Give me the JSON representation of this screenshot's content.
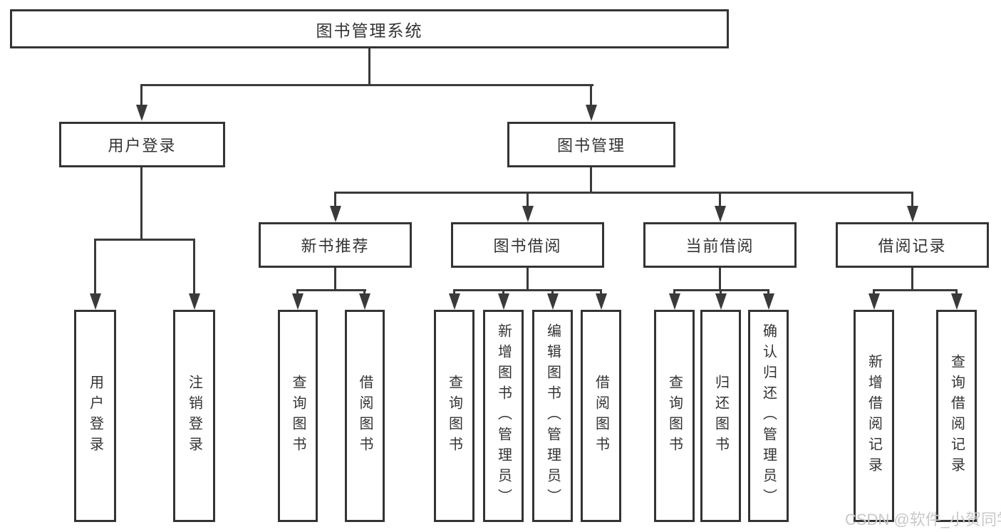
{
  "tree": {
    "root": "图书管理系统",
    "login": {
      "label": "用户登录",
      "leaves": [
        "用户登录",
        "注销登录"
      ]
    },
    "manage": {
      "label": "图书管理",
      "groups": [
        {
          "label": "新书推荐",
          "leaves": [
            "查询图书",
            "借阅图书"
          ]
        },
        {
          "label": "图书借阅",
          "leaves": [
            "查询图书",
            "新增图书（管理员）",
            "编辑图书（管理员）",
            "借阅图书"
          ]
        },
        {
          "label": "当前借阅",
          "leaves": [
            "查询图书",
            "归还图书",
            "确认归还（管理员）"
          ]
        },
        {
          "label": "借阅记录",
          "leaves": [
            "新增借阅记录",
            "查询借阅记录"
          ]
        }
      ]
    },
    "watermark": "CSDN @软件_小贺同学"
  },
  "colors": {
    "line": "#3a3a3a",
    "border": "#343434",
    "text": "#333333",
    "watermark": "#c8c8c8",
    "background": "#ffffff"
  }
}
